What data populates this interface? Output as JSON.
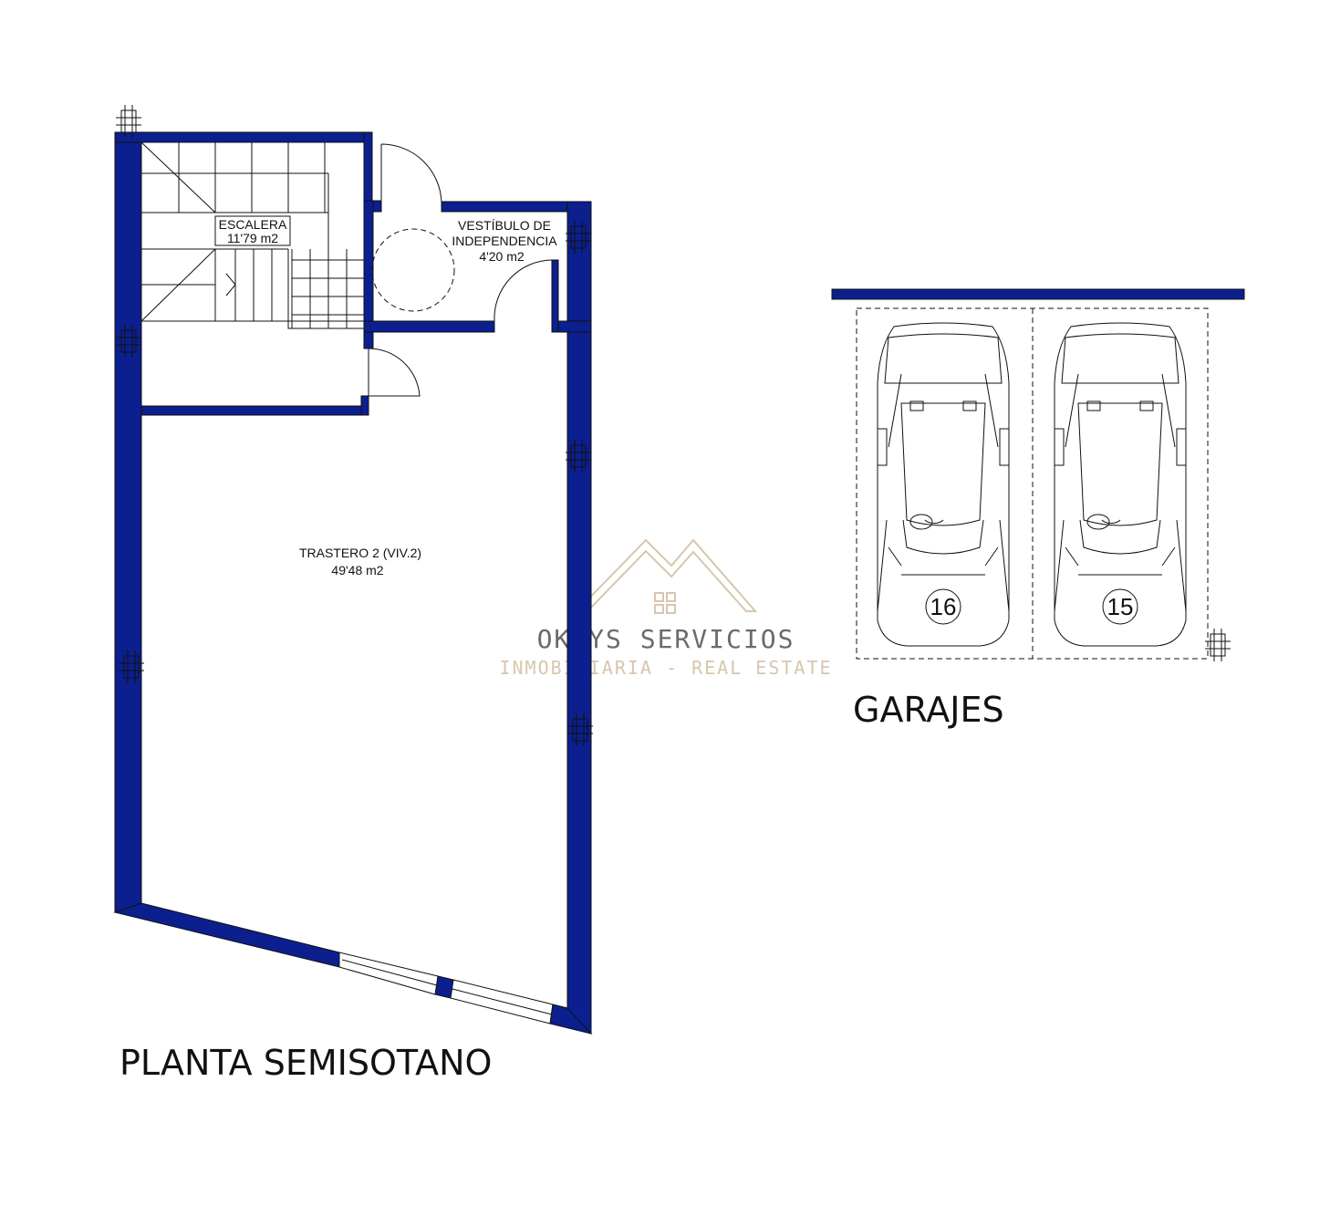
{
  "colors": {
    "wall": "#0c1f8e",
    "line": "#111111",
    "watermark_gold": "#d8c6ad",
    "watermark_gray": "#6b6b6b"
  },
  "plan": {
    "title": "PLANTA SEMISOTANO",
    "rooms": {
      "escalera": {
        "name": "ESCALERA",
        "area": "11'79 m2"
      },
      "vestibulo": {
        "name_line1": "VESTÍBULO DE",
        "name_line2": "INDEPENDENCIA",
        "area": "4'20 m2"
      },
      "trastero": {
        "name": "TRASTERO 2 (VIV.2)",
        "area": "49'48 m2"
      }
    }
  },
  "garage": {
    "title": "GARAJES",
    "spots": [
      {
        "number": "16"
      },
      {
        "number": "15"
      }
    ]
  },
  "watermark": {
    "name": "OKEYS SERVICIOS",
    "subtitle": "INMOBILIARIA - REAL ESTATE"
  }
}
